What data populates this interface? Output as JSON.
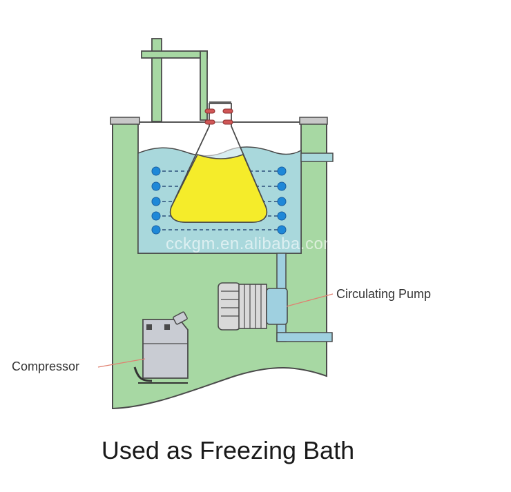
{
  "labels": {
    "pump": "Circulating Pump",
    "compressor": "Compressor"
  },
  "caption": "Used as Freezing Bath",
  "watermark": "cckgm.en.alibaba.com",
  "colors": {
    "body": "#a7d8a3",
    "outline": "#4a4a4a",
    "bath_liquid": "#a9d8dc",
    "flask_liquid": "#f5ec2a",
    "coil_dot": "#1e88d8",
    "pump_pipe": "#9fd0e0",
    "pump_body": "#d9d9d9",
    "compressor": "#c9ccd3",
    "lid": "#c8c8c8",
    "clamp": "#d05656"
  },
  "icons": [
    "flask-icon",
    "pump-icon",
    "compressor-icon"
  ]
}
